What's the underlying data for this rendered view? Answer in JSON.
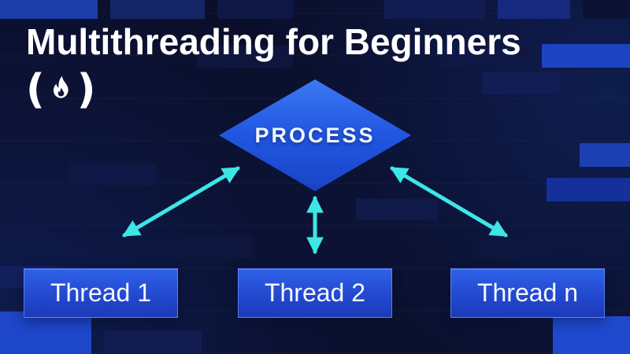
{
  "title": "Multithreading for Beginners",
  "logo": {
    "left_paren": "(",
    "right_paren": ")"
  },
  "diagram": {
    "process": {
      "label": "PROCESS"
    },
    "threads": [
      {
        "label": "Thread 1"
      },
      {
        "label": "Thread 2"
      },
      {
        "label": "Thread n"
      }
    ],
    "connections": [
      {
        "from": "PROCESS",
        "to": "Thread 1",
        "style": "double-headed-arrow"
      },
      {
        "from": "PROCESS",
        "to": "Thread 2",
        "style": "double-headed-arrow"
      },
      {
        "from": "PROCESS",
        "to": "Thread n",
        "style": "double-headed-arrow"
      }
    ]
  },
  "colors": {
    "background": "#0a0e29",
    "text": "#ffffff",
    "arrow": "#3ce6e6",
    "diamond_top": "#3b79f2",
    "diamond_bottom": "#1844c6",
    "box_top": "#2e62e8",
    "box_bottom": "#1b3ab8",
    "box_border": "#7aa2ff99"
  }
}
